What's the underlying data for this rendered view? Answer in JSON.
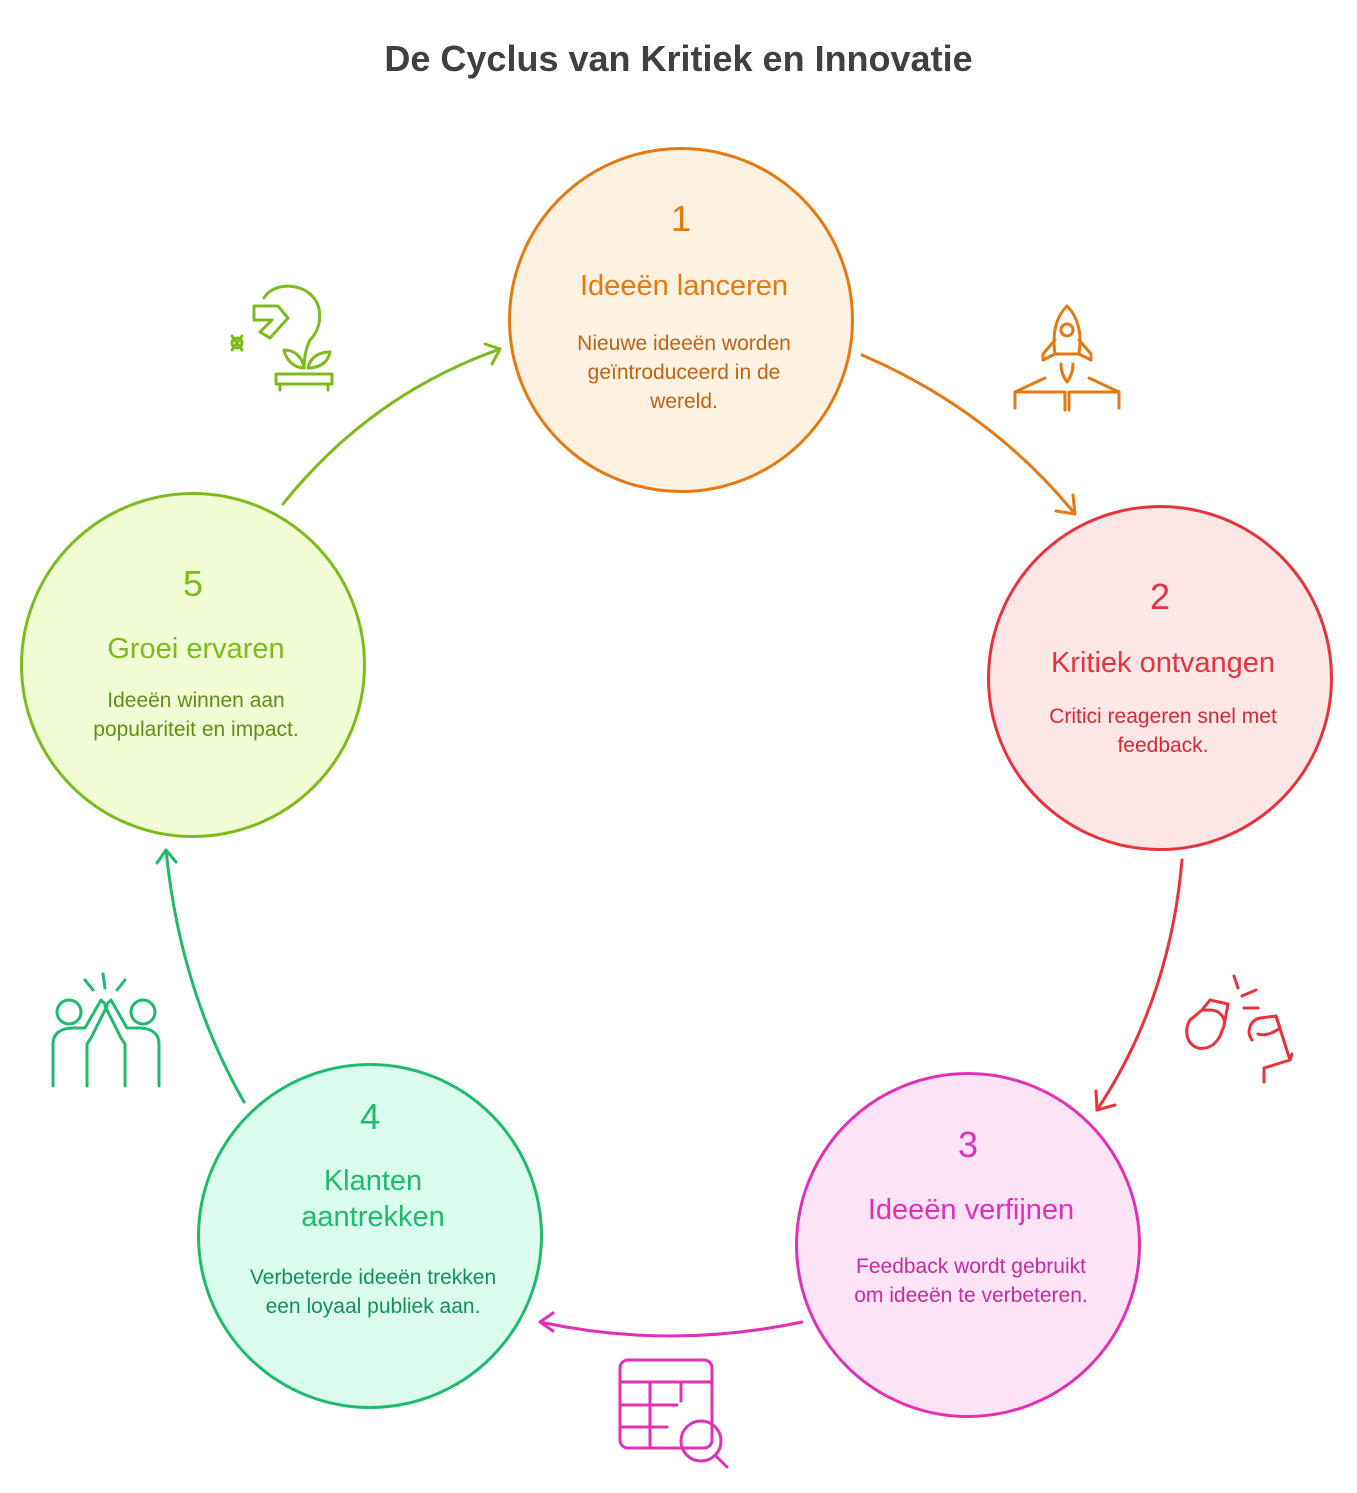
{
  "title": "De Cyclus van Kritiek en Innovatie",
  "colors": {
    "orange": "#e5780f",
    "red": "#e8333c",
    "magenta": "#e12fb8",
    "green": "#1dbb6b",
    "lime": "#7cbb1b"
  },
  "steps": [
    {
      "number": "1",
      "title": "Ideeën lanceren",
      "description": "Nieuwe ideeën worden geïntroduceerd in de wereld.",
      "icon": "rocket-launch-icon",
      "color": "orange"
    },
    {
      "number": "2",
      "title": "Kritiek ontvangen",
      "description": "Critici reageren snel met feedback.",
      "icon": "boxing-gloves-icon",
      "color": "red"
    },
    {
      "number": "3",
      "title": "Ideeën verfijnen",
      "description": "Feedback wordt gebruikt om ideeën te verbeteren.",
      "icon": "table-search-icon",
      "color": "magenta"
    },
    {
      "number": "4",
      "title": "Klanten aantrekken",
      "description": "Verbeterde ideeën trekken een loyaal publiek aan.",
      "icon": "high-five-icon",
      "color": "green"
    },
    {
      "number": "5",
      "title": "Groei ervaren",
      "description": "Ideeën winnen aan populariteit en impact.",
      "icon": "growing-plant-icon",
      "color": "lime"
    }
  ]
}
